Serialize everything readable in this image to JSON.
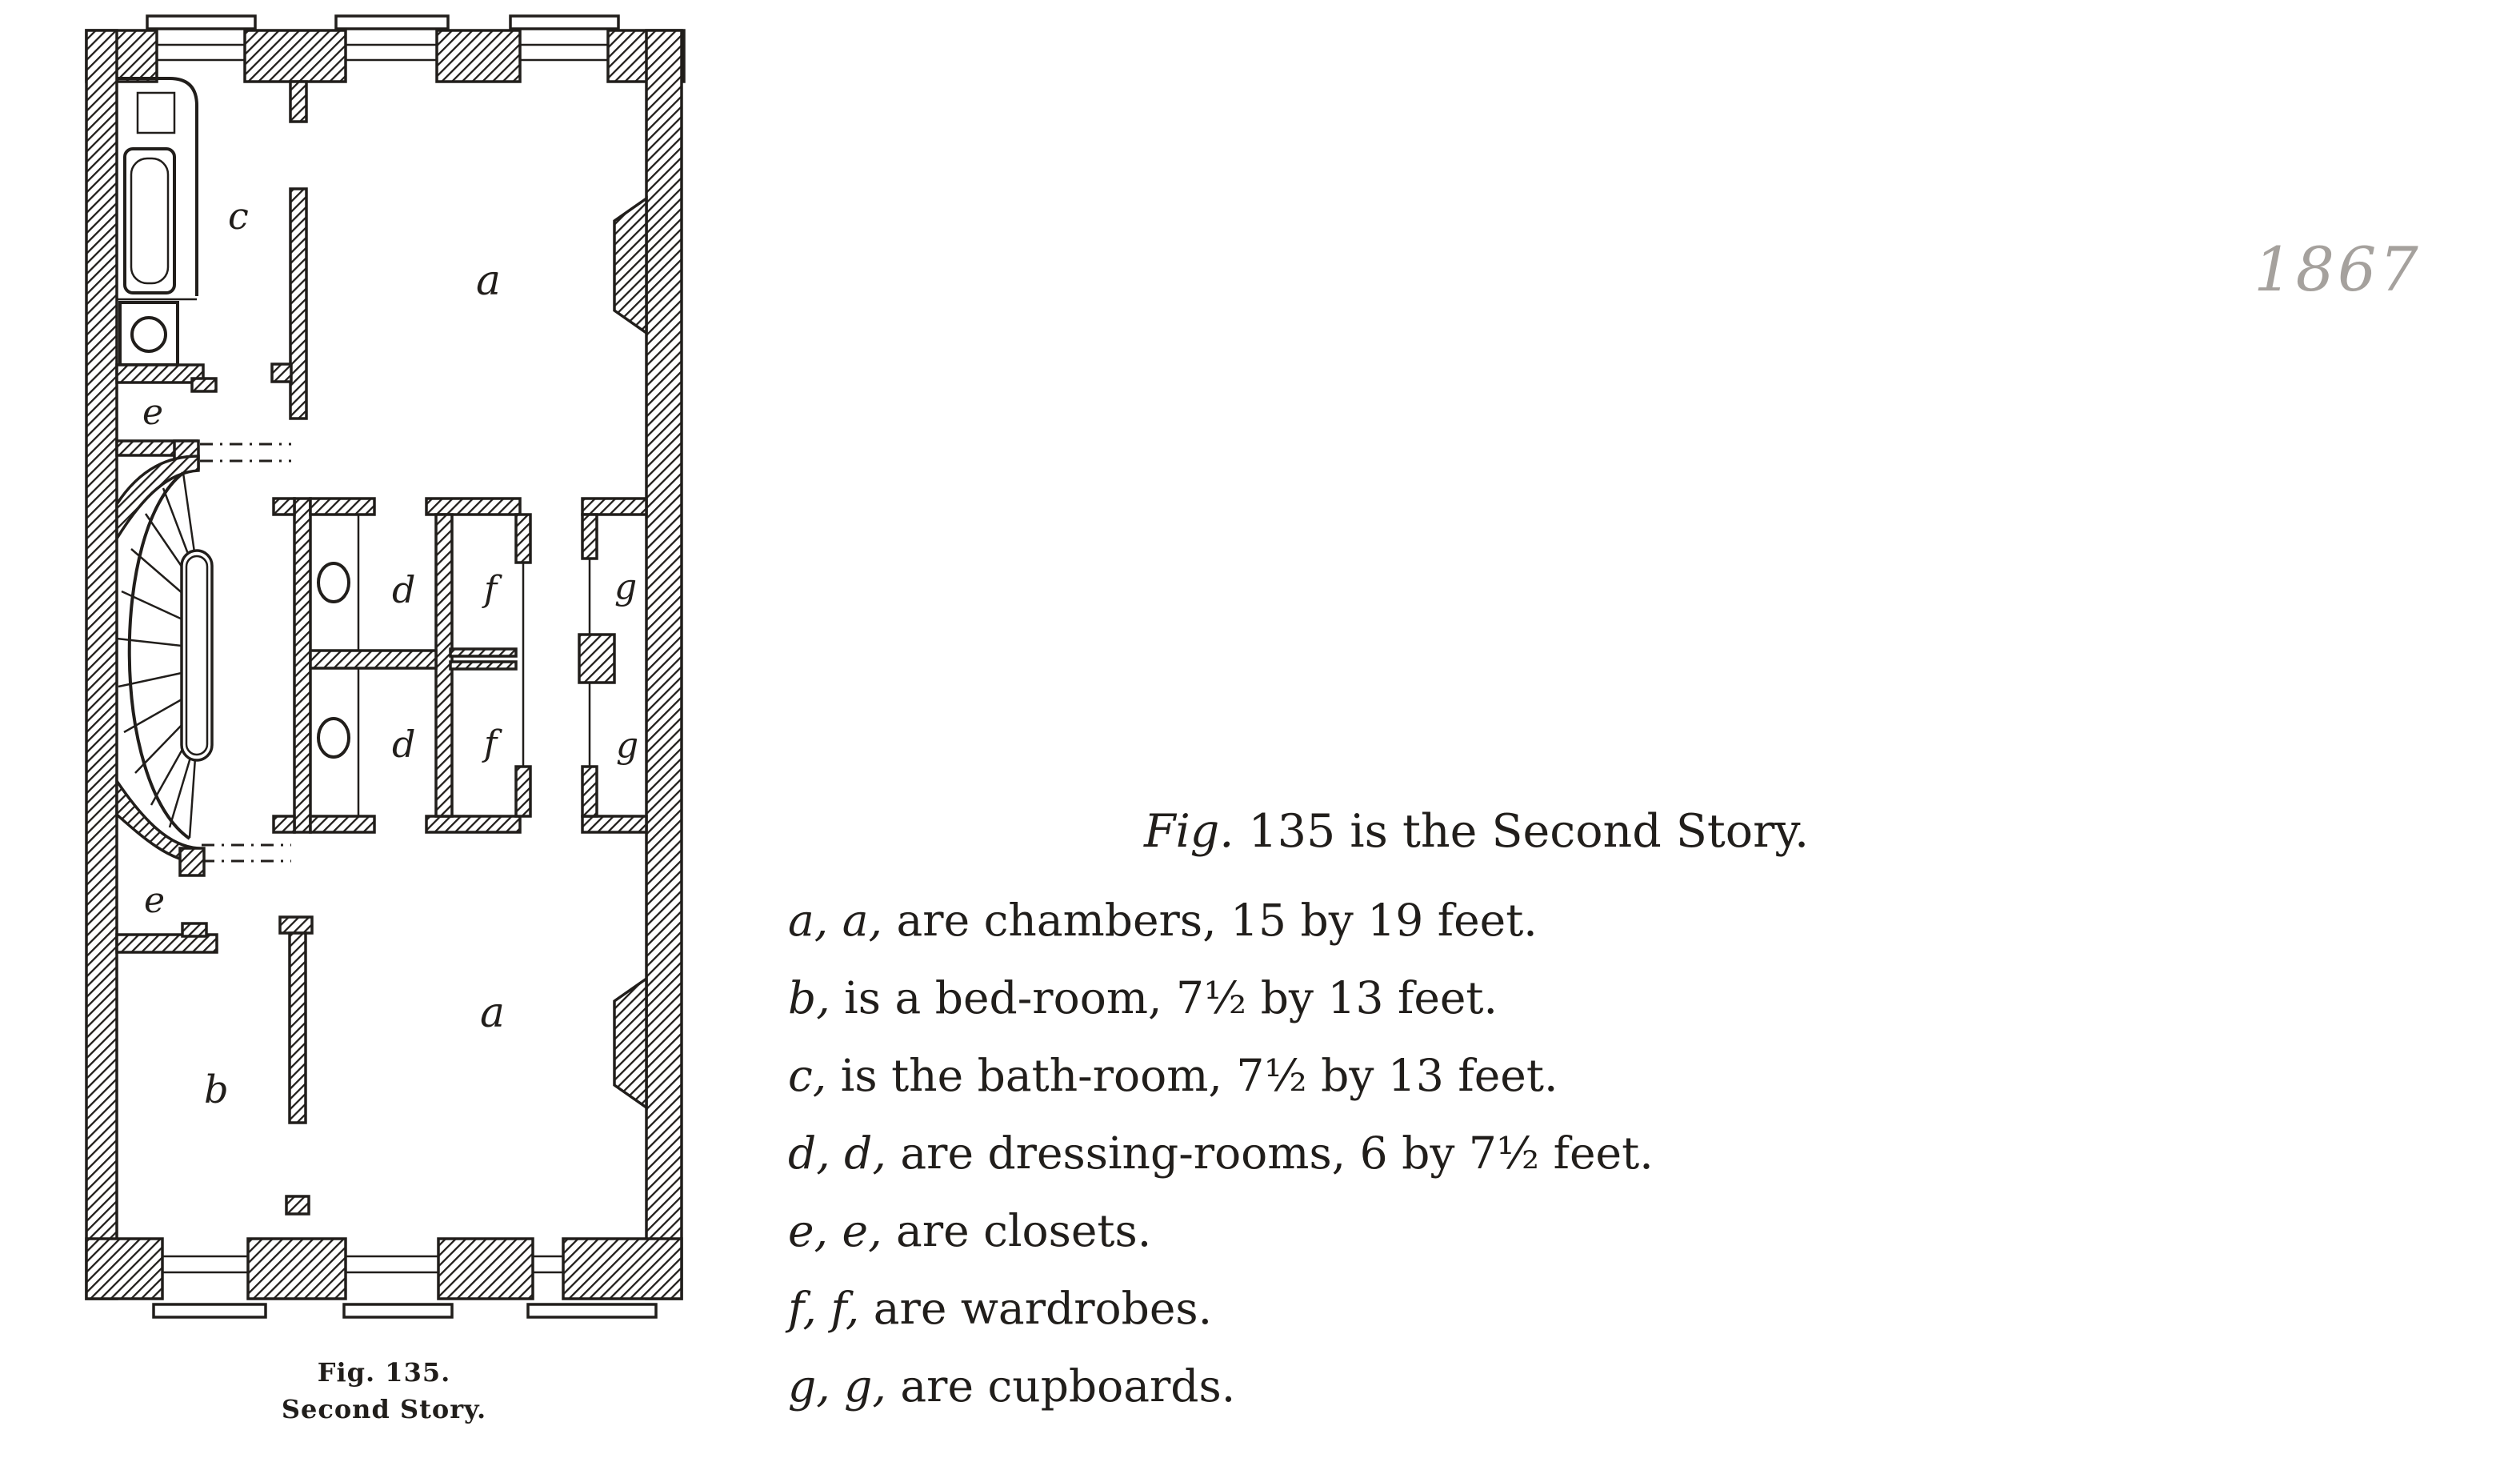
{
  "page": {
    "background": "#ffffff",
    "ink_color": "#211e1b",
    "year_watermark": "1867",
    "watermark_color": "#a5a19d"
  },
  "figure": {
    "caption": {
      "line1": "Fig. 135.",
      "line2": "Second Story."
    },
    "rooms": {
      "chamber_top": "a",
      "chamber_bottom": "a",
      "bedroom": "b",
      "bathroom": "c",
      "dressing_top": "d",
      "dressing_bottom": "d",
      "closet_top": "e",
      "closet_bottom": "e",
      "wardrobe_top": "f",
      "wardrobe_bottom": "f",
      "cupboard_top": "g",
      "cupboard_bottom": "g"
    }
  },
  "description": {
    "title": {
      "lead": "Fig.",
      "rest": " 135 is the Second Story."
    },
    "lines": [
      {
        "lead": "a, a,",
        "rest": " are chambers, 15 by 19 feet."
      },
      {
        "lead": "b,",
        "rest": " is a bed-room, 7½ by 13 feet."
      },
      {
        "lead": "c,",
        "rest": " is the bath-room, 7½ by 13 feet."
      },
      {
        "lead": "d, d,",
        "rest": " are dressing-rooms, 6 by 7½ feet."
      },
      {
        "lead": "e, e,",
        "rest": " are closets."
      },
      {
        "lead": "f, f,",
        "rest": " are wardrobes."
      },
      {
        "lead": "g, g,",
        "rest": " are cupboards."
      }
    ]
  }
}
